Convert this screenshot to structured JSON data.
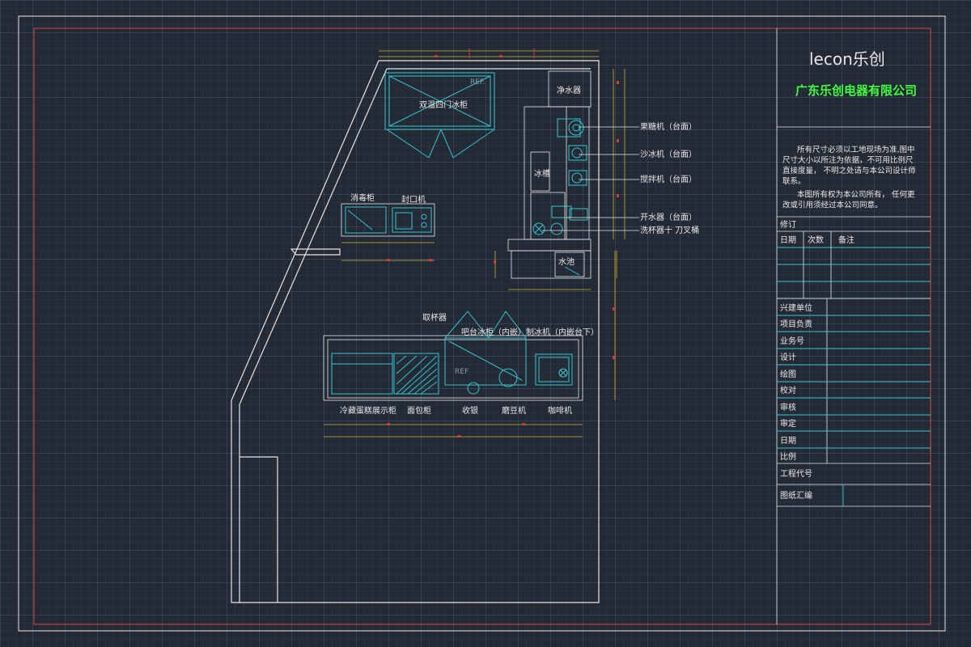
{
  "drawing": {
    "ref_top": "REF.",
    "ref_bar": "REF",
    "equipment": {
      "fridge": "双温四门冰柜",
      "water_purifier": "净水器",
      "ice_tank": "冰槽",
      "sterilizer": "消毒柜",
      "sealer": "封口机",
      "sink": "水池",
      "cup_dispenser": "取杯器",
      "bar_fridge": "吧台冰柜（内嵌）",
      "ice_maker": "制冰机（内嵌台下）",
      "cake_display": "冷藏蛋糕展示柜",
      "bread_cabinet": "面包柜",
      "cashier": "收银",
      "grinder": "磨豆机",
      "coffee_machine": "咖啡机"
    },
    "callouts": [
      "果糖机（台面）",
      "沙冰机（台面）",
      "搅拌机（台面）",
      "开水器（台面）",
      "洗杯器十  刀叉桶"
    ]
  },
  "title_block": {
    "logo": "lecon乐创",
    "company": "广东乐创电器有限公司",
    "notes": [
      "所有尺寸必须以工地现场为准,图中",
      "尺寸大小以所注为依据，不可用比例尺",
      "直接度量，  不明之处请与本公司设计师",
      "联系。",
      "本图所有权为本公司所有，  任何更",
      "改或引用须经过本公司同意。"
    ],
    "revision": "修订",
    "rev_headers": [
      "日期",
      "次数",
      "备注"
    ],
    "fields": [
      "兴建单位",
      "项目负责",
      "业务号",
      "设计",
      "绘图",
      "校对",
      "审核",
      "审定",
      "日期",
      "比例"
    ],
    "project_code": "工程代号",
    "drawing_set": "图纸汇编"
  }
}
